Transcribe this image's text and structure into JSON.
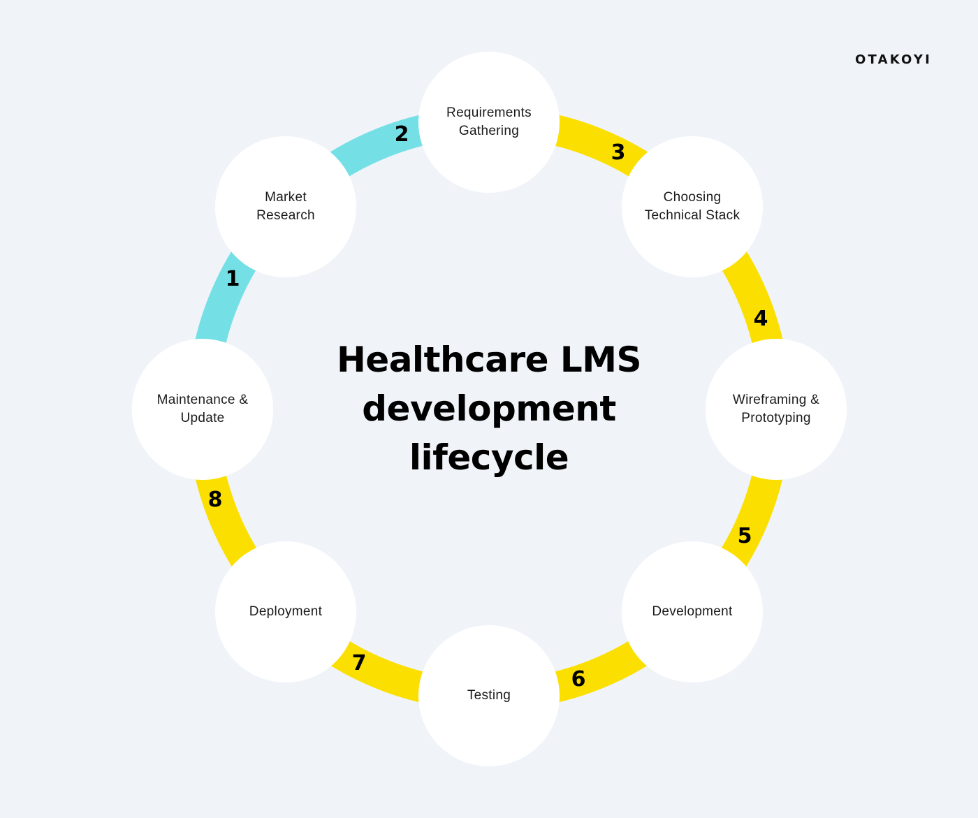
{
  "brand": {
    "logo_text": "OTAKOYI"
  },
  "title": {
    "line1": "Healthcare LMS",
    "line2": "development",
    "line3": "lifecycle"
  },
  "colors": {
    "background": "#F0F4F9",
    "cyan_segment": "#74E0E6",
    "yellow_segment": "#FBDF00",
    "node_fill": "#FFFFFF",
    "text": "#000000"
  },
  "stages": [
    {
      "id": "market-research",
      "label": "Market\nResearch"
    },
    {
      "id": "requirements-gathering",
      "label": "Requirements\nGathering"
    },
    {
      "id": "choosing-technical-stack",
      "label": "Choosing\nTechnical Stack"
    },
    {
      "id": "wireframing-prototyping",
      "label": "Wireframing &\nPrototyping"
    },
    {
      "id": "development",
      "label": "Development"
    },
    {
      "id": "testing",
      "label": "Testing"
    },
    {
      "id": "deployment",
      "label": "Deployment"
    },
    {
      "id": "maintenance-update",
      "label": "Maintenance &\nUpdate"
    }
  ],
  "segments": [
    {
      "number": "1",
      "color": "cyan"
    },
    {
      "number": "2",
      "color": "cyan"
    },
    {
      "number": "3",
      "color": "yellow"
    },
    {
      "number": "4",
      "color": "yellow"
    },
    {
      "number": "5",
      "color": "yellow"
    },
    {
      "number": "6",
      "color": "yellow"
    },
    {
      "number": "7",
      "color": "yellow"
    },
    {
      "number": "8",
      "color": "yellow"
    }
  ]
}
